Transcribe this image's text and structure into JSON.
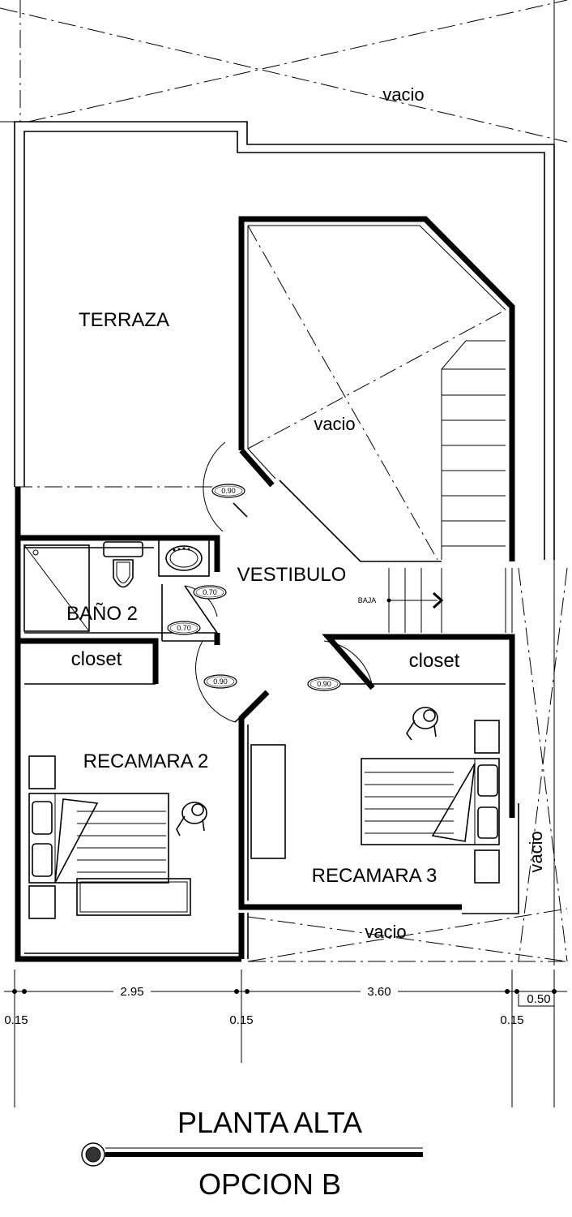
{
  "rooms": {
    "terraza": "TERRAZA",
    "vestibulo": "VESTIBULO",
    "bano": "BAÑO 2",
    "closet_left": "closet",
    "closet_right": "closet",
    "recamara2": "RECAMARA 2",
    "recamara3": "RECAMARA 3"
  },
  "voids": {
    "top": "vacio",
    "stair": "vacio",
    "right": "vacio",
    "bottom": "vacio"
  },
  "stair_label": "BAJA",
  "doors": {
    "d1": "0.90",
    "d2": "0.70",
    "d3": "0.70",
    "d4": "0.90",
    "d5": "0.90"
  },
  "dimensions": {
    "span1": "2.95",
    "span2": "3.60",
    "span3": "0.50",
    "wall1": "0.15",
    "wall2": "0.15",
    "wall3": "0.15"
  },
  "title": {
    "line1": "PLANTA ALTA",
    "line2": "OPCION B"
  }
}
